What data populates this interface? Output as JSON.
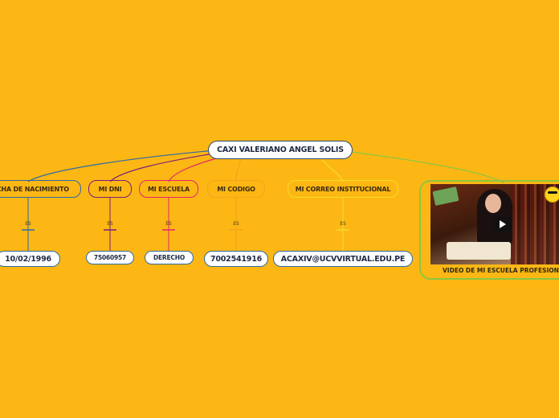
{
  "root": {
    "label": "CAXI VALERIANO ANGEL SOLIS"
  },
  "relation_label": "ES",
  "branches": [
    {
      "label": "FECHA DE NACIMIENTO",
      "value": "10/02/1996",
      "color": "#2b6aa6"
    },
    {
      "label": "MI DNI",
      "value": "75060957",
      "color": "#7a1f7a"
    },
    {
      "label": "MI ESCUELA",
      "value": "DERECHO",
      "color": "#e0256e"
    },
    {
      "label": "MI CODIGO",
      "value": "7002541916",
      "color": "#f2a31b"
    },
    {
      "label": "MI CORREO INSTITUCIONAL",
      "value": "ACAXIV@UCVVIRTUAL.EDU.PE",
      "color": "#f4dc2a"
    }
  ],
  "video": {
    "caption": "VIDEO DE MI ESCUELA PROFESIONAL",
    "color": "#8cc63f"
  }
}
